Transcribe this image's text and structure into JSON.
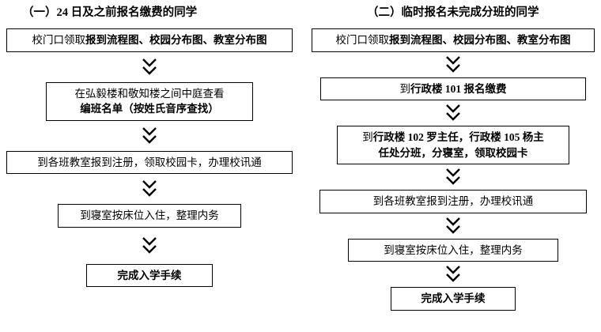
{
  "left": {
    "title": "（一）24 日及之前报名缴费的同学",
    "box1": {
      "normal": "校门口领取",
      "bold": "报到流程图、校园分布图、教室分布图"
    },
    "box2": {
      "line1": "在弘毅楼和敬知楼之间中庭查看",
      "line2": "编班名单（按姓氏音序查找）"
    },
    "box3": {
      "text": "到各班教室报到注册，领取校园卡，办理校讯通"
    },
    "box4": {
      "text": "到寝室按床位入住，整理内务"
    },
    "box5": {
      "text": "完成入学手续"
    }
  },
  "right": {
    "title": "（二）临时报名未完成分班的同学",
    "box1": {
      "normal": "校门口领取",
      "bold": "报到流程图、校园分布图、教室分布图"
    },
    "box2": {
      "normal": "到",
      "bold": "行政楼 101 报名缴费"
    },
    "box3": {
      "line1_normal": "到",
      "line1_bold": "行政楼 102 罗主任，行政楼 105 杨主",
      "line2_bold": "任处分班，分寝室，领取校园卡"
    },
    "box4": {
      "text": "到各班教室报到注册，办理校讯通"
    },
    "box5": {
      "text": "到寝室按床位入住，整理内务"
    },
    "box6": {
      "text": "完成入学手续"
    }
  }
}
